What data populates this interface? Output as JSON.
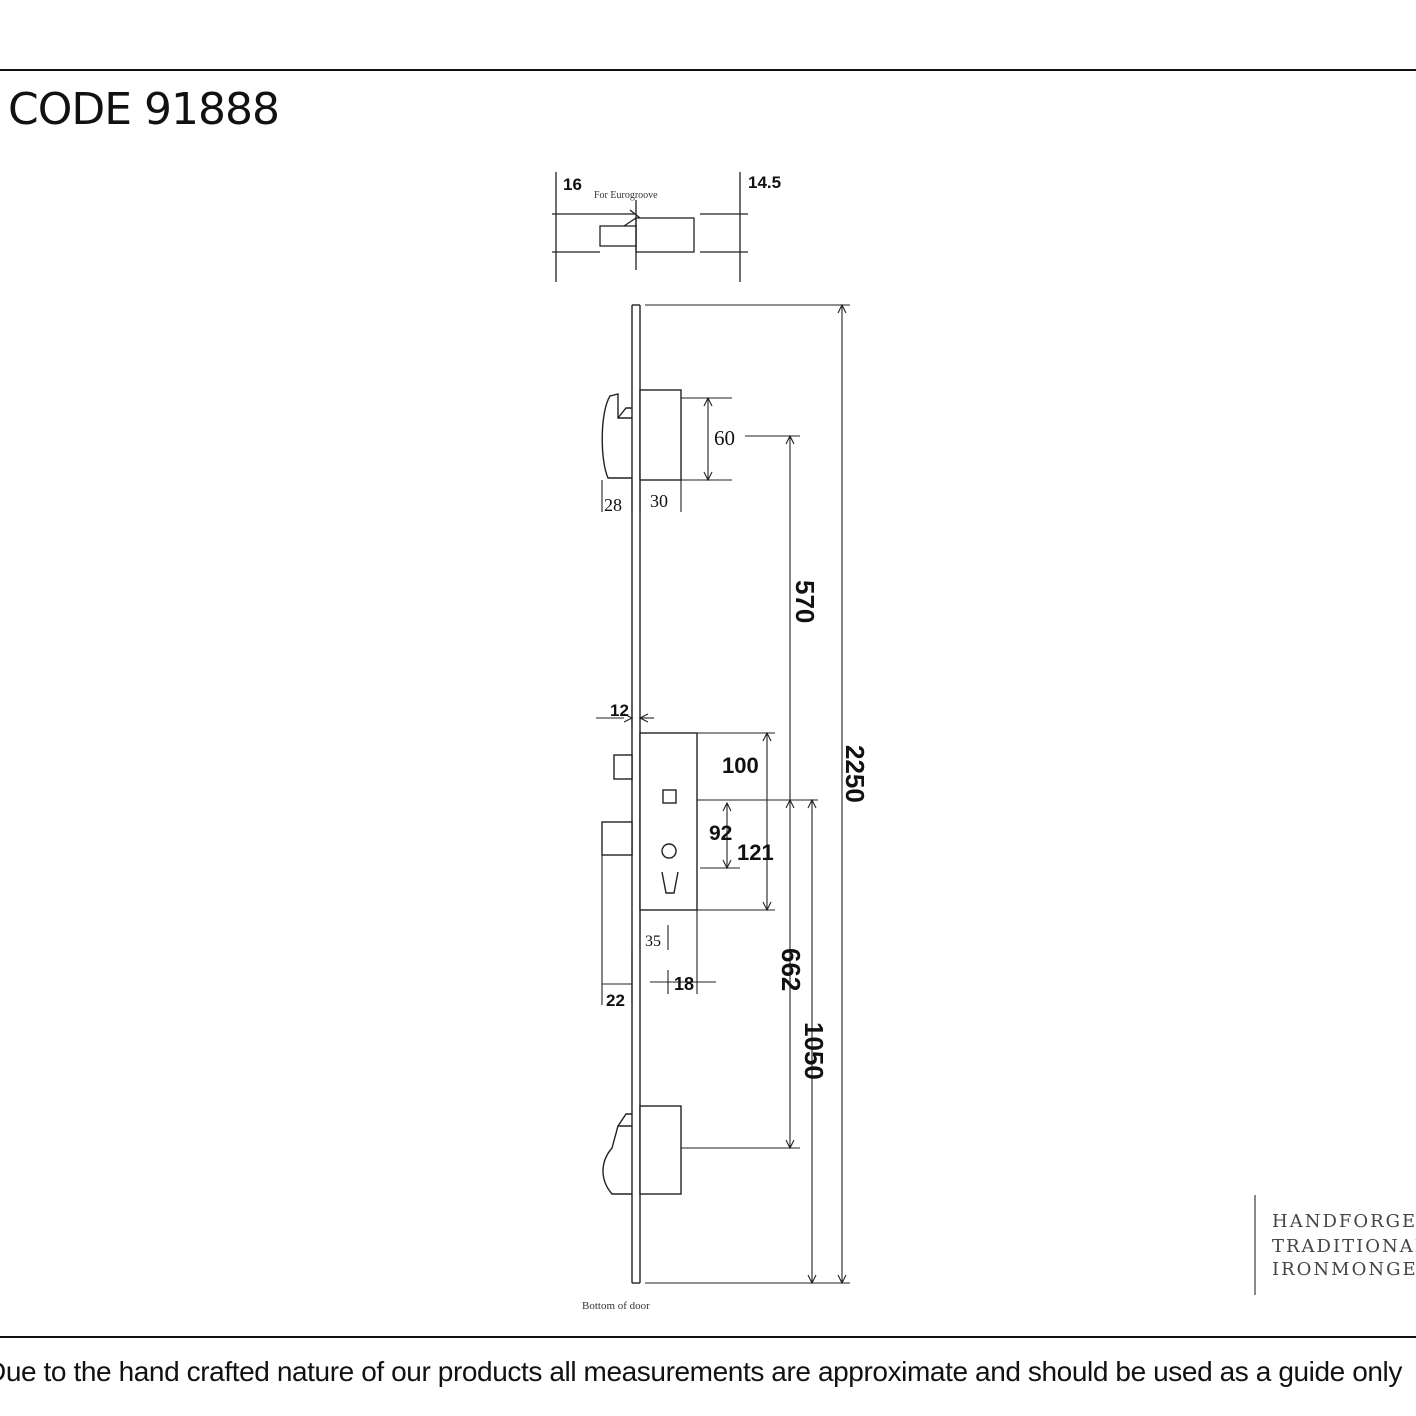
{
  "header": {
    "product_code": "CODE 91888"
  },
  "diagram": {
    "top_view": {
      "dim_left": "16",
      "dim_right": "14.5",
      "note": "For Eurogroove"
    },
    "dimensions": {
      "hook_height": "60",
      "hook_projection": "28",
      "hook_width": "30",
      "upper_hook_to_spindle": "570",
      "overall_length": "2250",
      "latch_offset": "12",
      "case_top_to_spindle": "100",
      "centres": "92",
      "spindle_to_case_bottom": "121",
      "backset": "35",
      "bolt_projection": "22",
      "cylinder_offset": "18",
      "spindle_to_lower_hook": "662",
      "spindle_height_from_bottom": "1050"
    },
    "bottom_note": "Bottom of door"
  },
  "brand": {
    "lines": [
      "HANDFORGED",
      "TRADITIONAL",
      "IRONMONGERY"
    ]
  },
  "footer": {
    "disclaimer": "Due to the hand crafted nature of our products all measurements are approximate and should be used as a guide only"
  }
}
